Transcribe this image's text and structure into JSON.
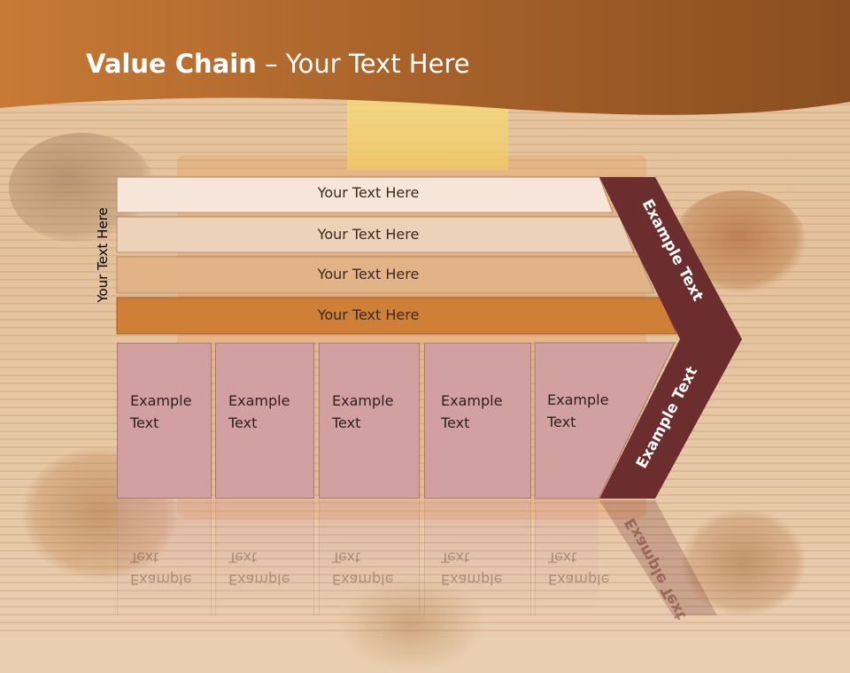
{
  "title": {
    "bold": "Value Chain",
    "rest": " – Your Text Here"
  },
  "side_label": "Your Text Here",
  "bars": [
    {
      "label": "Your Text Here",
      "color": "#f6e6da"
    },
    {
      "label": "Your Text Here",
      "color": "#ecd2b8"
    },
    {
      "label": "Your Text Here",
      "color": "#e1b387"
    },
    {
      "label": "Your Text Here",
      "color": "#d07f36"
    }
  ],
  "boxes": [
    {
      "line1": "Example",
      "line2": "Text"
    },
    {
      "line1": "Example",
      "line2": "Text"
    },
    {
      "line1": "Example",
      "line2": "Text"
    },
    {
      "line1": "Example",
      "line2": "Text"
    },
    {
      "line1": "Example",
      "line2": "Text"
    }
  ],
  "chevron": {
    "top_label": "Example Text",
    "bottom_label": "Example Text",
    "color": "#6b2d2d"
  },
  "colors": {
    "header": "#b96a2a",
    "box": "#d3a0a1"
  }
}
